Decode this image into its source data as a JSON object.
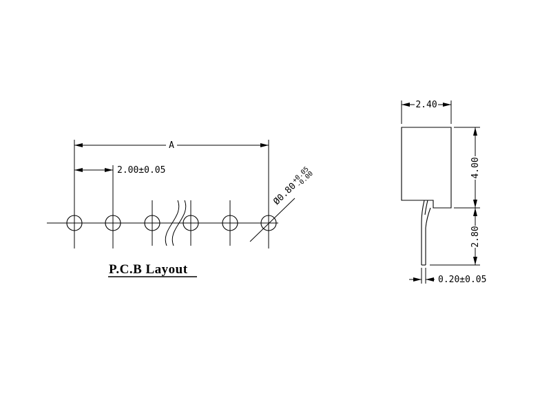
{
  "pcb_view": {
    "title": "P.C.B Layout",
    "dim_span_label": "A",
    "dim_pitch": "2.00±0.05",
    "hole_callout": {
      "diameter": "Ø0.80",
      "tol_plus": "+0.05",
      "tol_minus": "-0.00"
    }
  },
  "side_view": {
    "dim_width": "2.40",
    "dim_body_height": "4.00",
    "dim_pin_length": "2.80",
    "dim_pin_thickness": "0.20±0.05"
  },
  "colors": {
    "line": "#000000",
    "background": "#ffffff"
  }
}
